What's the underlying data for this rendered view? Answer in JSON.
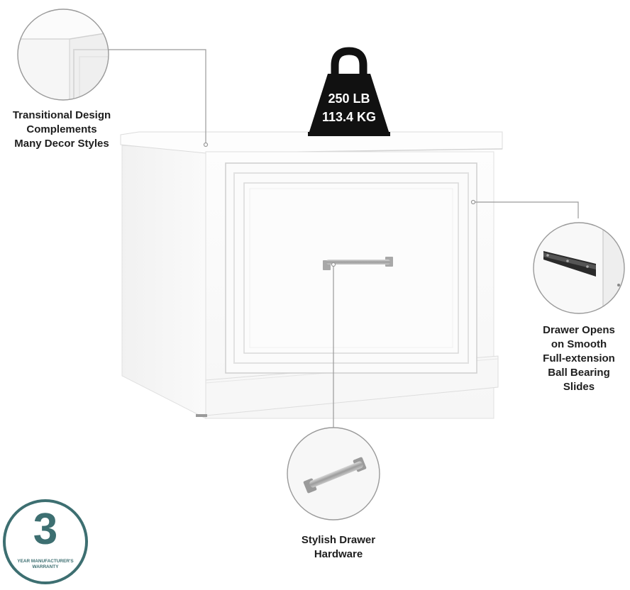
{
  "product": {
    "name": "white-storage-cabinet-with-drawer"
  },
  "weight_badge": {
    "line1": "250 LB",
    "line2": "113.4 KG",
    "icon": "kettlebell-weight-icon",
    "color": "#111111"
  },
  "callouts": {
    "transitional": {
      "lines": [
        "Transitional Design",
        "Complements",
        "Many Decor Styles"
      ]
    },
    "slides": {
      "lines": [
        "Drawer Opens",
        "on Smooth",
        "Full-extension",
        "Ball Bearing",
        "Slides"
      ]
    },
    "hardware": {
      "lines": [
        "Stylish Drawer",
        "Hardware"
      ]
    }
  },
  "warranty": {
    "number": "3",
    "caption_line1": "YEAR MANUFACTURER'S",
    "caption_line2": "WARRANTY",
    "color": "#3d6f71"
  },
  "colors": {
    "cabinet": "#fbfbfb",
    "cabinet_edge": "#d8d8d8",
    "leader_line": "#9a9a9a",
    "text": "#1e1e1e"
  }
}
